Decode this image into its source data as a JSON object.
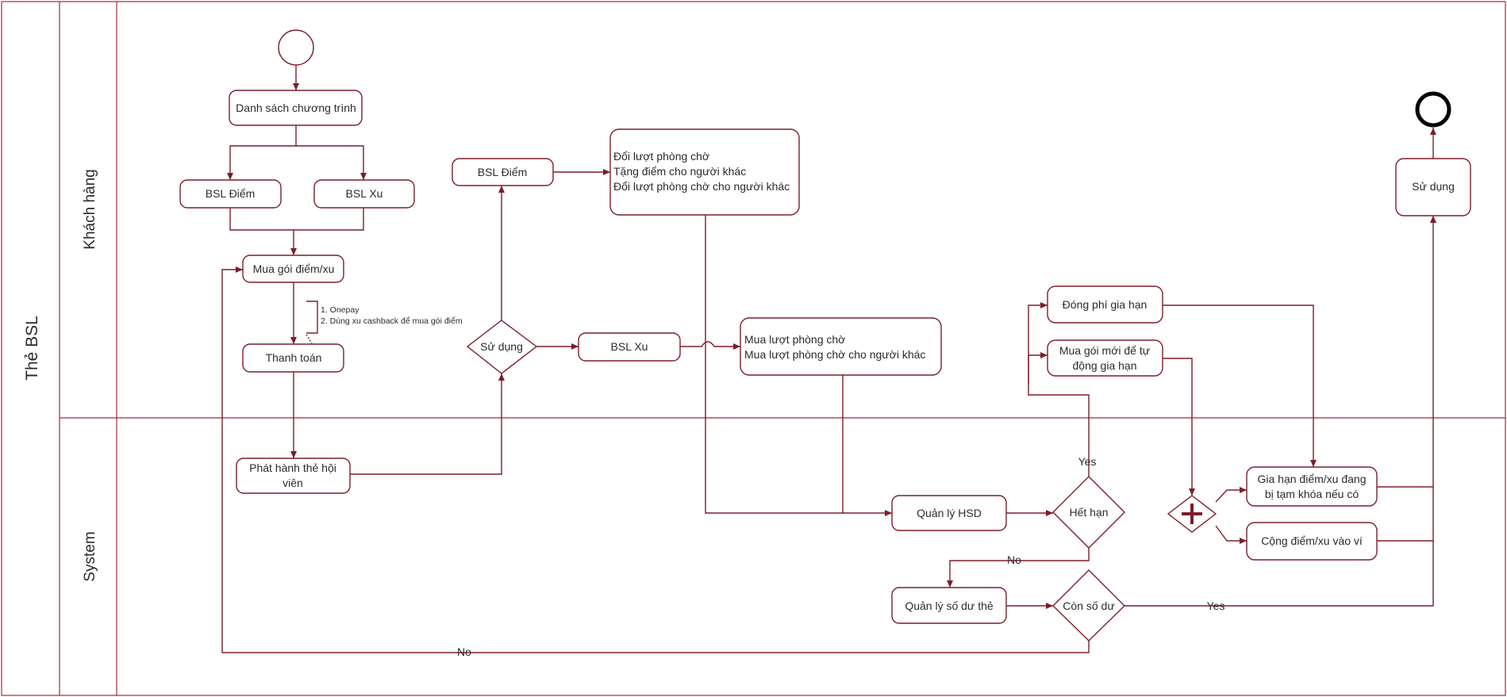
{
  "pool": {
    "title": "Thẻ BSL"
  },
  "lanes": {
    "customer": "Khách hàng",
    "system": "System"
  },
  "nodes": {
    "program_list": "Danh sách chương trình",
    "bsl_diem_left": "BSL Điểm",
    "bsl_xu_left": "BSL Xu",
    "buy_package": "Mua gói điểm/xu",
    "payment": "Thanh toán",
    "payment_note": [
      "1. Onepay",
      "2. Dùng xu cashback để mua gói điểm"
    ],
    "issue_card": [
      "Phát hành thẻ hội",
      "viên"
    ],
    "use_gateway": "Sử dụng",
    "bsl_diem_right": "BSL Điểm",
    "bsl_xu_right": "BSL Xu",
    "diem_actions": [
      "Đổi lượt phòng chờ",
      "Tặng điểm cho người khác",
      "Đổi lượt phòng chờ cho người khác"
    ],
    "xu_actions": [
      "Mua lượt phòng chờ",
      "Mua lượt phòng chờ cho người khác"
    ],
    "manage_expiry": "Quản lý HSD",
    "expired_gateway": "Hết hạn",
    "manage_balance": "Quản lý số dư thẻ",
    "balance_gateway": "Còn số dư",
    "renew_fee": "Đóng phí gia hạn",
    "new_package_renew": [
      "Mua gói mới để tự",
      "động gia hạn"
    ],
    "renew_points": [
      "Gia hạn điểm/xu đang",
      "bị tạm khóa nếu có"
    ],
    "add_points": "Cộng điểm/xu vào ví",
    "use_final": "Sử dụng"
  },
  "edge_labels": {
    "yes_expired": "Yes",
    "no_expired": "No",
    "yes_balance": "Yes",
    "no_balance": "No"
  },
  "colors": {
    "stroke": "#7b1f2c",
    "frame": "#a3293c"
  }
}
